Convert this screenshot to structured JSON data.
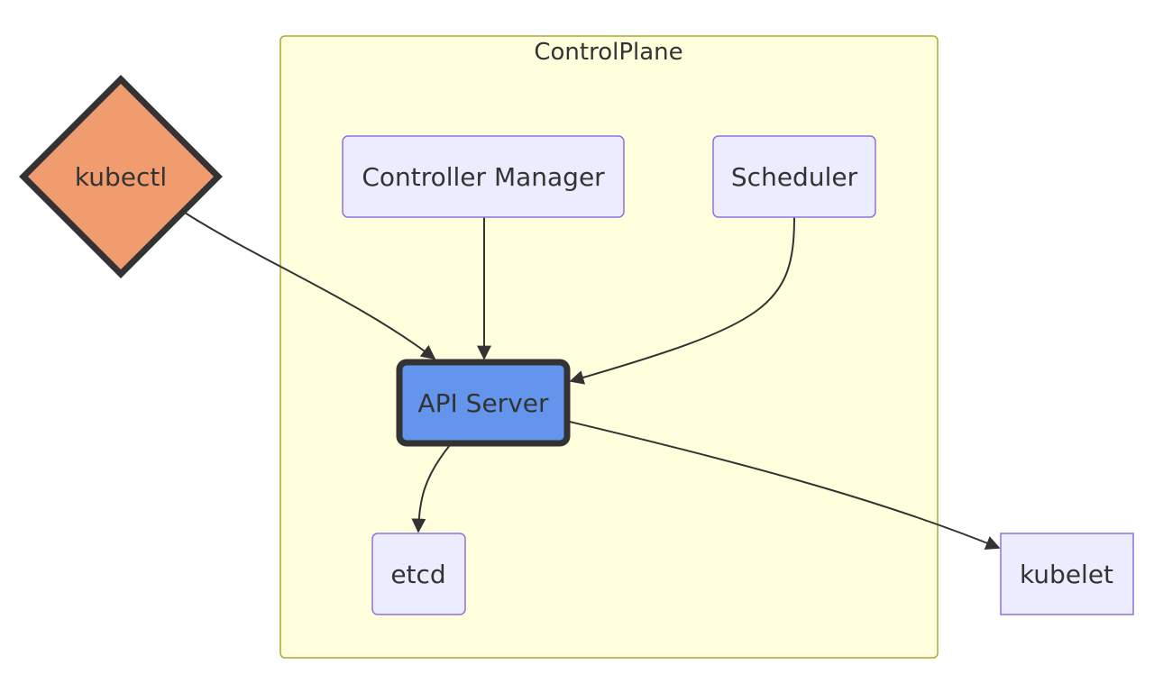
{
  "cluster": {
    "label": "ControlPlane",
    "fill": "#ffffde",
    "stroke": "#aaaa33"
  },
  "nodes": {
    "kubectl": {
      "label": "kubectl",
      "shape": "diamond",
      "fill": "#f09c6f"
    },
    "controller_manager": {
      "label": "Controller Manager",
      "shape": "rounded-rect",
      "fill": "#ececff"
    },
    "scheduler": {
      "label": "Scheduler",
      "shape": "rounded-rect",
      "fill": "#ececff"
    },
    "api_server": {
      "label": "API Server",
      "shape": "rounded-rect",
      "fill": "#6495ed"
    },
    "etcd": {
      "label": "etcd",
      "shape": "rounded-rect",
      "fill": "#ececff"
    },
    "kubelet": {
      "label": "kubelet",
      "shape": "rect",
      "fill": "#ececff"
    }
  },
  "edges": [
    {
      "from": "kubectl",
      "to": "api_server"
    },
    {
      "from": "controller_manager",
      "to": "api_server"
    },
    {
      "from": "scheduler",
      "to": "api_server"
    },
    {
      "from": "api_server",
      "to": "etcd"
    },
    {
      "from": "api_server",
      "to": "kubelet"
    }
  ],
  "colors": {
    "node_stroke": "#9370db",
    "edge": "#333333",
    "text": "#333333"
  }
}
